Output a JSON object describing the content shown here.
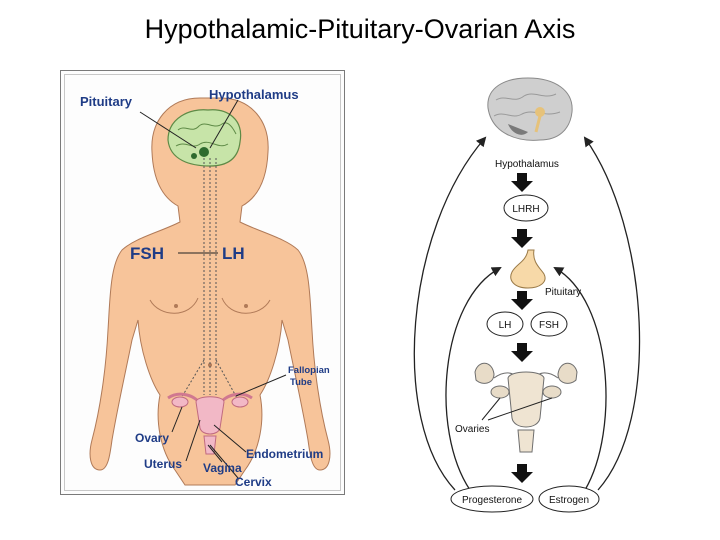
{
  "title": "Hypothalamic-Pituitary-Ovarian Axis",
  "body_diagram": {
    "labels": {
      "pituitary": "Pituitary",
      "hypothalamus": "Hypothalamus",
      "fsh": "FSH",
      "lh": "LH",
      "fallopian_tube_line1": "Fallopian",
      "fallopian_tube_line2": "Tube",
      "ovary": "Ovary",
      "uterus": "Uterus",
      "vagina": "Vagina",
      "cervix": "Cervix",
      "endometrium": "Endometrium"
    }
  },
  "flow_diagram": {
    "hypothalamus": "Hypothalamus",
    "lhrh": "LHRH",
    "pituitary": "Pituitary",
    "lh": "LH",
    "fsh": "FSH",
    "ovaries": "Ovaries",
    "progesterone": "Progesterone",
    "estrogen": "Estrogen"
  },
  "colors": {
    "label_blue": "#1f3c86",
    "skin": "#f7c49a",
    "brain": "#c7e4a8",
    "reproductive_pink": "#f2b8c6"
  }
}
